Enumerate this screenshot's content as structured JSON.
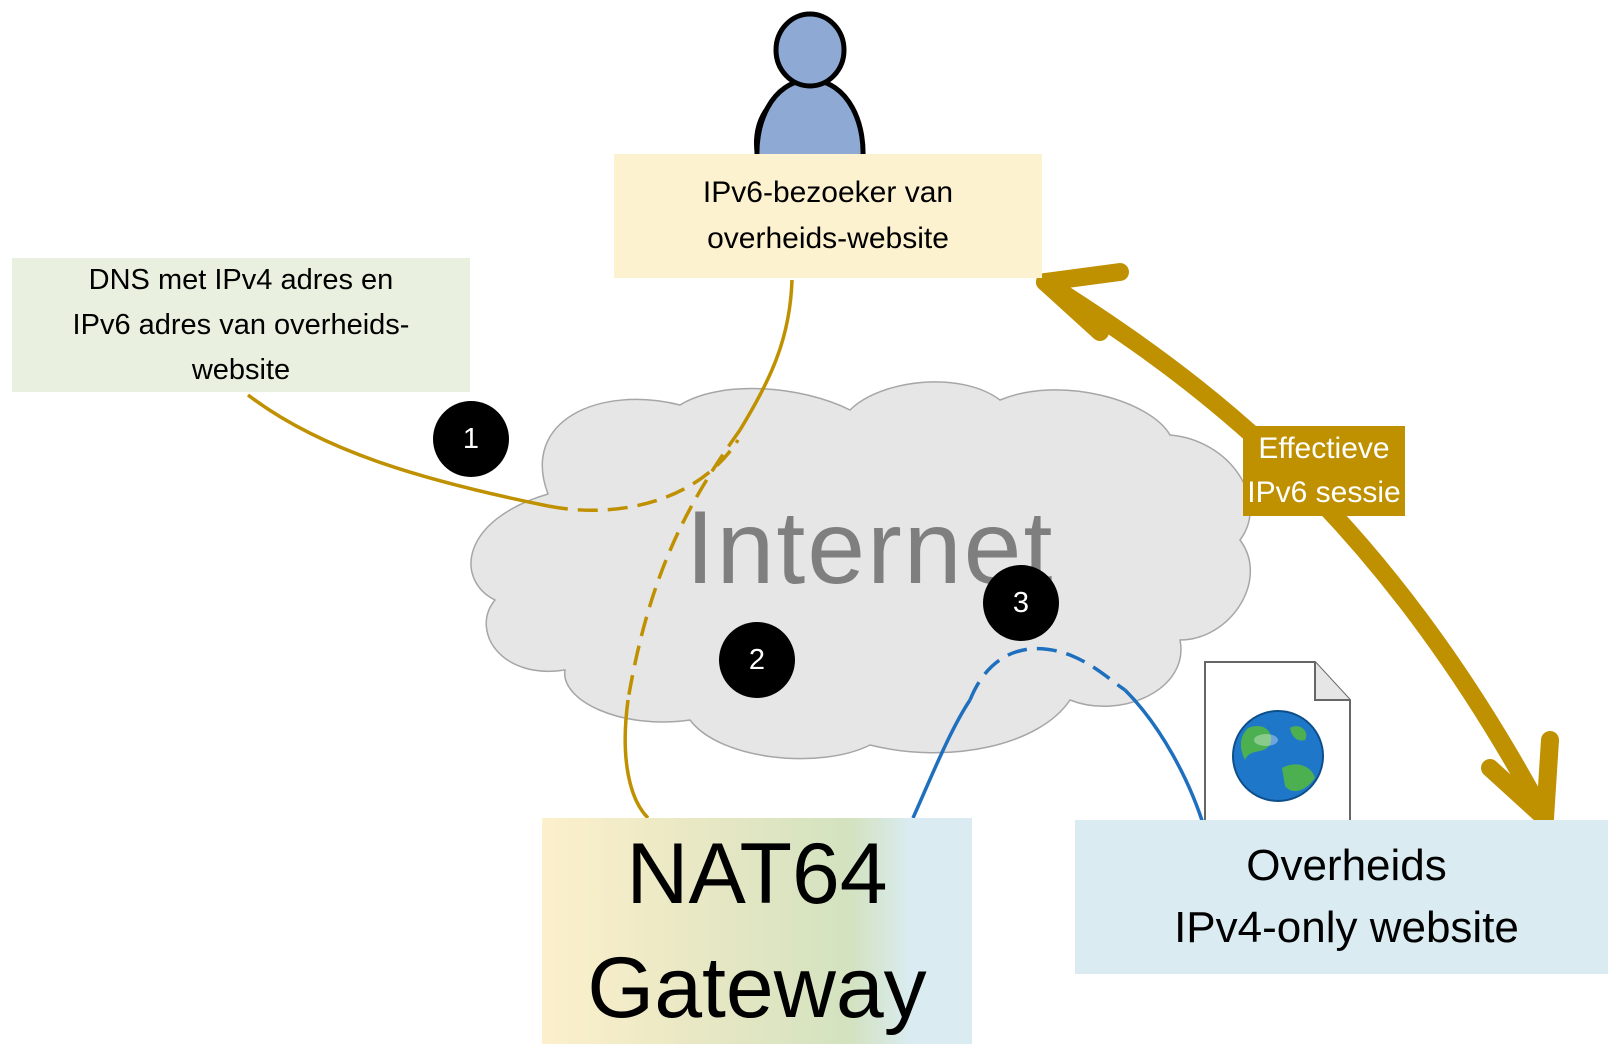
{
  "visitor": {
    "line1": "IPv6-bezoeker van",
    "line2": "overheids-website"
  },
  "dns": {
    "line1": "DNS met IPv4 adres en",
    "line2": "IPv6 adres van overheids-",
    "line3": "website"
  },
  "internet": {
    "label": "Internet"
  },
  "nat64": {
    "line1": "NAT64",
    "line2": "Gateway"
  },
  "website": {
    "line1": "Overheids",
    "line2": "IPv4-only website"
  },
  "session": {
    "line1": "Effectieve",
    "line2": "IPv6 sessie"
  },
  "steps": {
    "one": "1",
    "two": "2",
    "three": "3"
  },
  "icons": {
    "visitor": "person-icon",
    "website": "web-page-globe-icon",
    "cloud": "cloud-icon"
  },
  "colors": {
    "ipv6_path": "#bf9000",
    "ipv4_path": "#1f6fbf",
    "session_arrow": "#bf9000",
    "cloud": "#e6e6e6",
    "visitor_box": "#fdf2d0",
    "dns_box": "#e9f0df",
    "website_box": "#daecf2"
  }
}
